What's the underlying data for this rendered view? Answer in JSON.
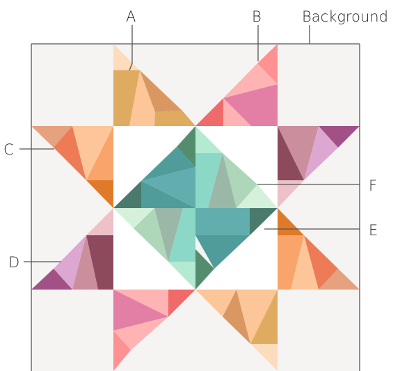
{
  "labels": {
    "a": "A",
    "b": "B",
    "background": "Background",
    "c": "C",
    "d": "D",
    "e": "E",
    "f": "F"
  },
  "colors": {
    "background": "#f5f4f3",
    "white": "#ffffff",
    "peach_light": "#fddcbd",
    "peach": "#fcc698",
    "mustard": "#deab60",
    "tan": "#d99862",
    "orange": "#f9a46b",
    "burnt_orange": "#e07a28",
    "coral": "#ec7b56",
    "salmon": "#e6a17e",
    "pink_light": "#ffb3b3",
    "pink": "#fe9191",
    "rose": "#e37ea4",
    "red_coral": "#f06a6a",
    "plum": "#8d4a5d",
    "mauve": "#cb8e9c",
    "lilac": "#dca8d2",
    "purple": "#a15186",
    "blush": "#edc1c7",
    "teal": "#4f9c9a",
    "teal_light": "#62adae",
    "teal_dark": "#4a7a6b",
    "green_dark": "#538d6e",
    "mint": "#b2ebd2",
    "aqua": "#8cd8c7",
    "sage": "#aed6b8",
    "sage_gray": "#9bb7a8",
    "pale_green": "#d5f1dc"
  }
}
